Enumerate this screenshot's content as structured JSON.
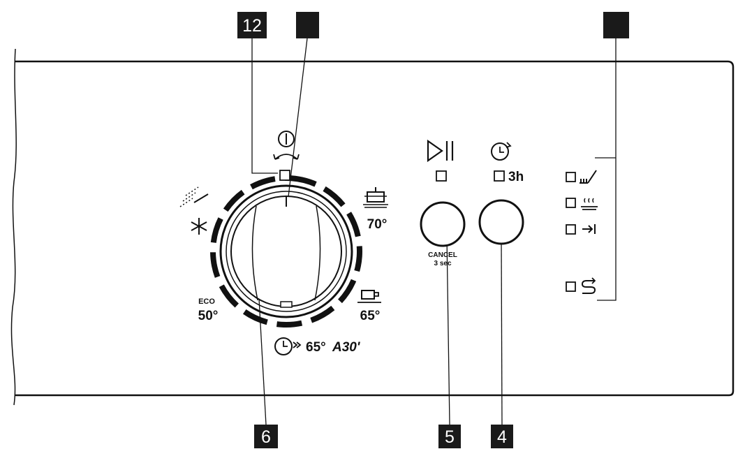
{
  "callouts": {
    "c12": "12",
    "c_top_mid": "",
    "c_top_right": "",
    "c6": "6",
    "c5": "5",
    "c4": "4"
  },
  "dial": {
    "eco_label": "ECO",
    "eco_temp": "50°",
    "intensive_temp": "70°",
    "normal_temp": "65°",
    "quick_temp": "65°",
    "quick_suffix": "A30'"
  },
  "buttons": {
    "cancel_label": "CANCEL",
    "cancel_sub": "3 sec",
    "delay_label": "3h"
  },
  "icons": {
    "power": "power-icon",
    "rotate": "rotate-arrows-icon",
    "prewash": "prewash-spray-icon",
    "star": "asterisk-icon",
    "pot": "pot-icon",
    "cup": "cup-icon",
    "quick_clock": "quick-clock-icon",
    "play_pause": "play-pause-icon",
    "delay_clock": "delay-timer-icon",
    "salt": "salt-indicator-icon",
    "dry": "drying-indicator-icon",
    "end": "end-indicator-icon",
    "rinse": "rinse-aid-icon"
  },
  "colors": {
    "ink": "#111111",
    "callout_bg": "#1a1a1a",
    "panel_bg": "#ffffff"
  }
}
